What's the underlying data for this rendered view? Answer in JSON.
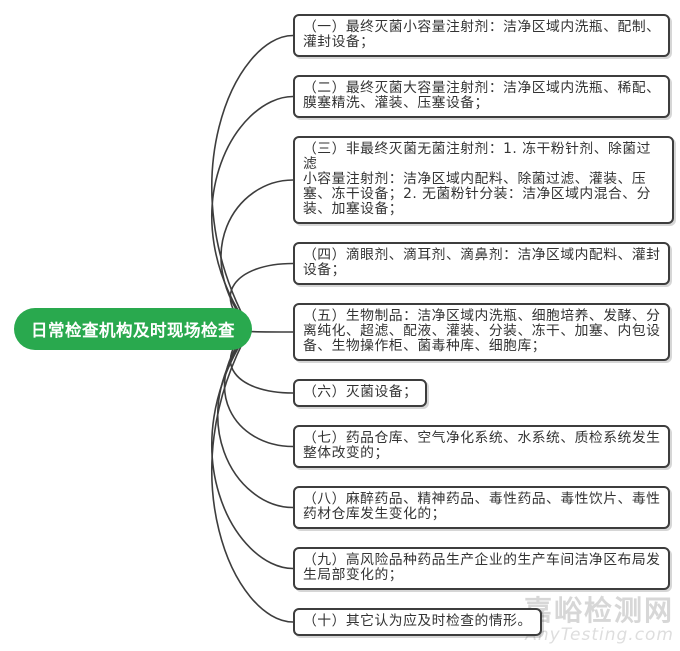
{
  "center": {
    "label": "日常检查机构及时现场检查",
    "color": "#29a94e"
  },
  "branches": [
    {
      "text": "（一）最终灭菌小容量注射剂：洁净区域内洗瓶、配制、\n灌封设备；"
    },
    {
      "text": "（二）最终灭菌大容量注射剂：洁净区域内洗瓶、稀配、\n膜塞精洗、灌装、压塞设备；"
    },
    {
      "text": "（三）非最终灭菌无菌注射剂：1. 冻干粉针剂、除菌过滤\n小容量注射剂：洁净区域内配料、除菌过滤、灌装、压\n塞、冻干设备；2. 无菌粉针分装：洁净区域内混合、分\n装、加塞设备；"
    },
    {
      "text": "（四）滴眼剂、滴耳剂、滴鼻剂：洁净区域内配料、灌封\n设备；"
    },
    {
      "text": "（五）生物制品：洁净区域内洗瓶、细胞培养、发酵、分\n离纯化、超滤、配液、灌装、分装、冻干、加塞、内包设\n备、生物操作柜、菌毒种库、细胞库；"
    },
    {
      "text": "（六）灭菌设备；"
    },
    {
      "text": "（七）药品仓库、空气净化系统、水系统、质检系统发生\n整体改变的；"
    },
    {
      "text": "（八）麻醉药品、精神药品、毒性药品、毒性饮片、毒性\n药材仓库发生变化的；"
    },
    {
      "text": "（九）高风险品种药品生产企业的生产车间洁净区布局发\n生局部变化的；"
    },
    {
      "text": "（十）其它认为应及时检查的情形。"
    }
  ],
  "watermark": {
    "cn": "嘉峪检测网",
    "en": "AnyTesting.com"
  },
  "colors": {
    "node_border": "#3d3d3d",
    "connector": "#3d3d3d",
    "center_bg": "#29a94e",
    "watermark": "#d7d7d7"
  }
}
